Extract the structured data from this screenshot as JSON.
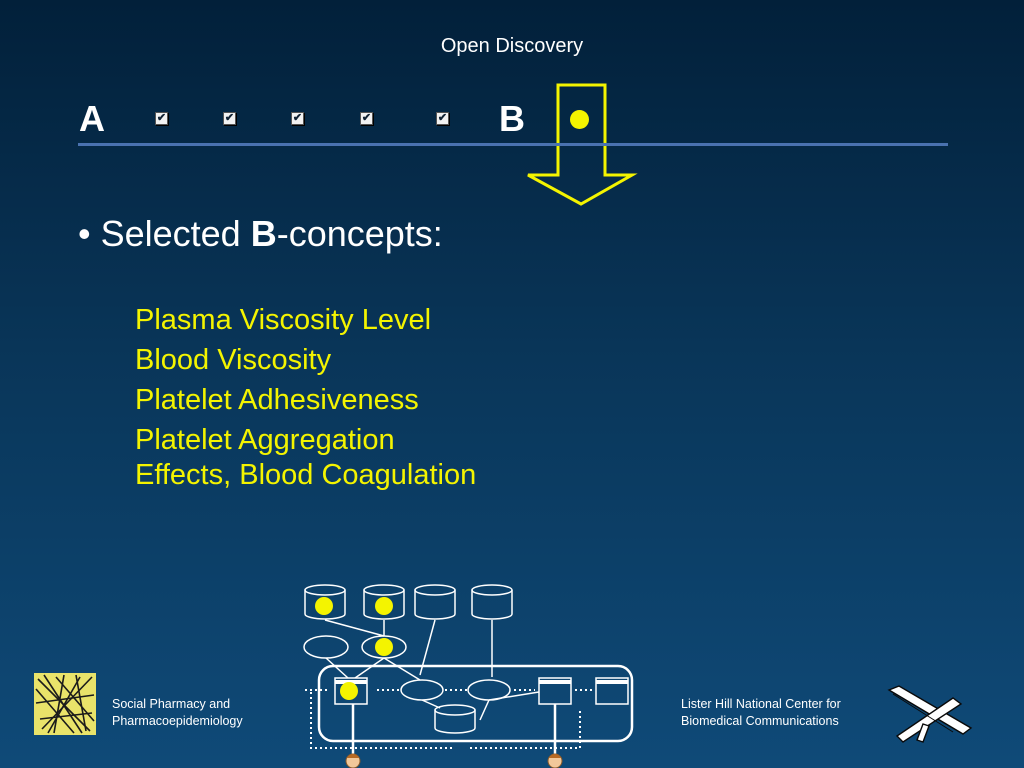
{
  "slide": {
    "title": "Open Discovery",
    "label_a": "A",
    "label_b": "B",
    "checkmark": "✔",
    "bullet_prefix": "• Selected ",
    "bullet_bold": "B",
    "bullet_suffix": "-concepts:",
    "concepts": [
      "Plasma Viscosity Level",
      "Blood Viscosity",
      "Platelet Adhesiveness",
      "Platelet Aggregation",
      "Effects, Blood Coagulation"
    ]
  },
  "footer": {
    "left_line1": "Social Pharmacy and",
    "left_line2": "Pharmacoepidemiology",
    "right_line1": "Lister Hill National Center for",
    "right_line2": "Biomedical Communications"
  },
  "colors": {
    "accent_yellow": "#f4f400",
    "rule_blue": "#4a72b0",
    "background_top": "#02203a",
    "background_bottom": "#0f4a78"
  },
  "icons": [
    "checkbox-icon",
    "yellow-dot-icon",
    "down-arrow-icon",
    "logo-left-icon",
    "logo-right-icon",
    "network-diagram",
    "person-icon"
  ]
}
